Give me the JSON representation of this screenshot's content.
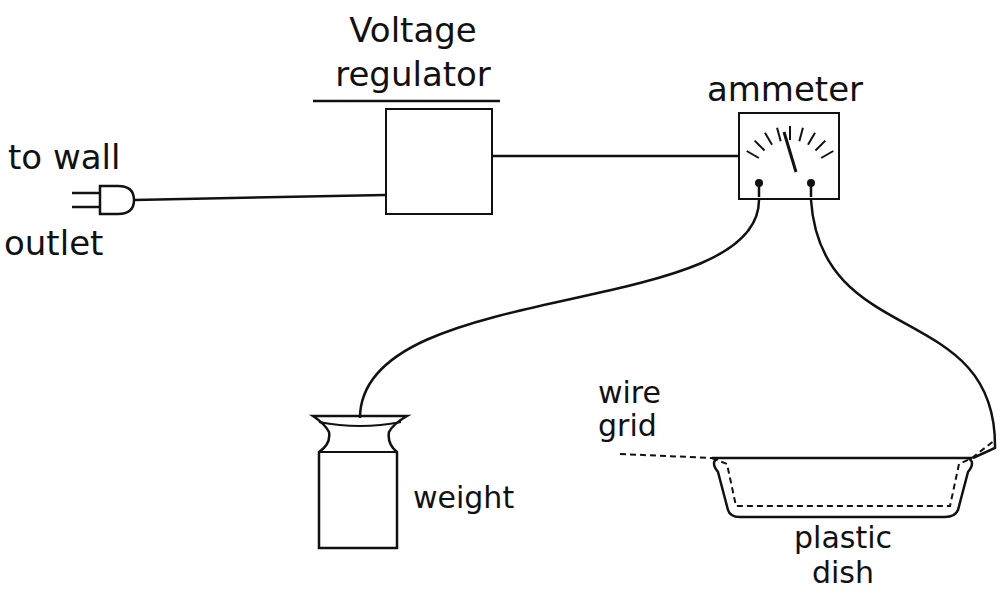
{
  "diagram": {
    "nodes": [
      {
        "text": [
          "Voltage regulator"
        ]
      },
      {
        "text": [
          "ammeter"
        ]
      },
      {
        "text": [
          "weight"
        ]
      },
      {
        "text": [
          "plastic dish"
        ]
      }
    ],
    "edges": [
      {
        "from": 0,
        "to": 1,
        "arrow": "none"
      },
      {
        "from": 1,
        "to": 2,
        "arrow": "none"
      },
      {
        "from": 1,
        "to": 3,
        "arrow": "none"
      }
    ],
    "labels": [
      "to wall",
      "outlet",
      "wire grid"
    ]
  }
}
